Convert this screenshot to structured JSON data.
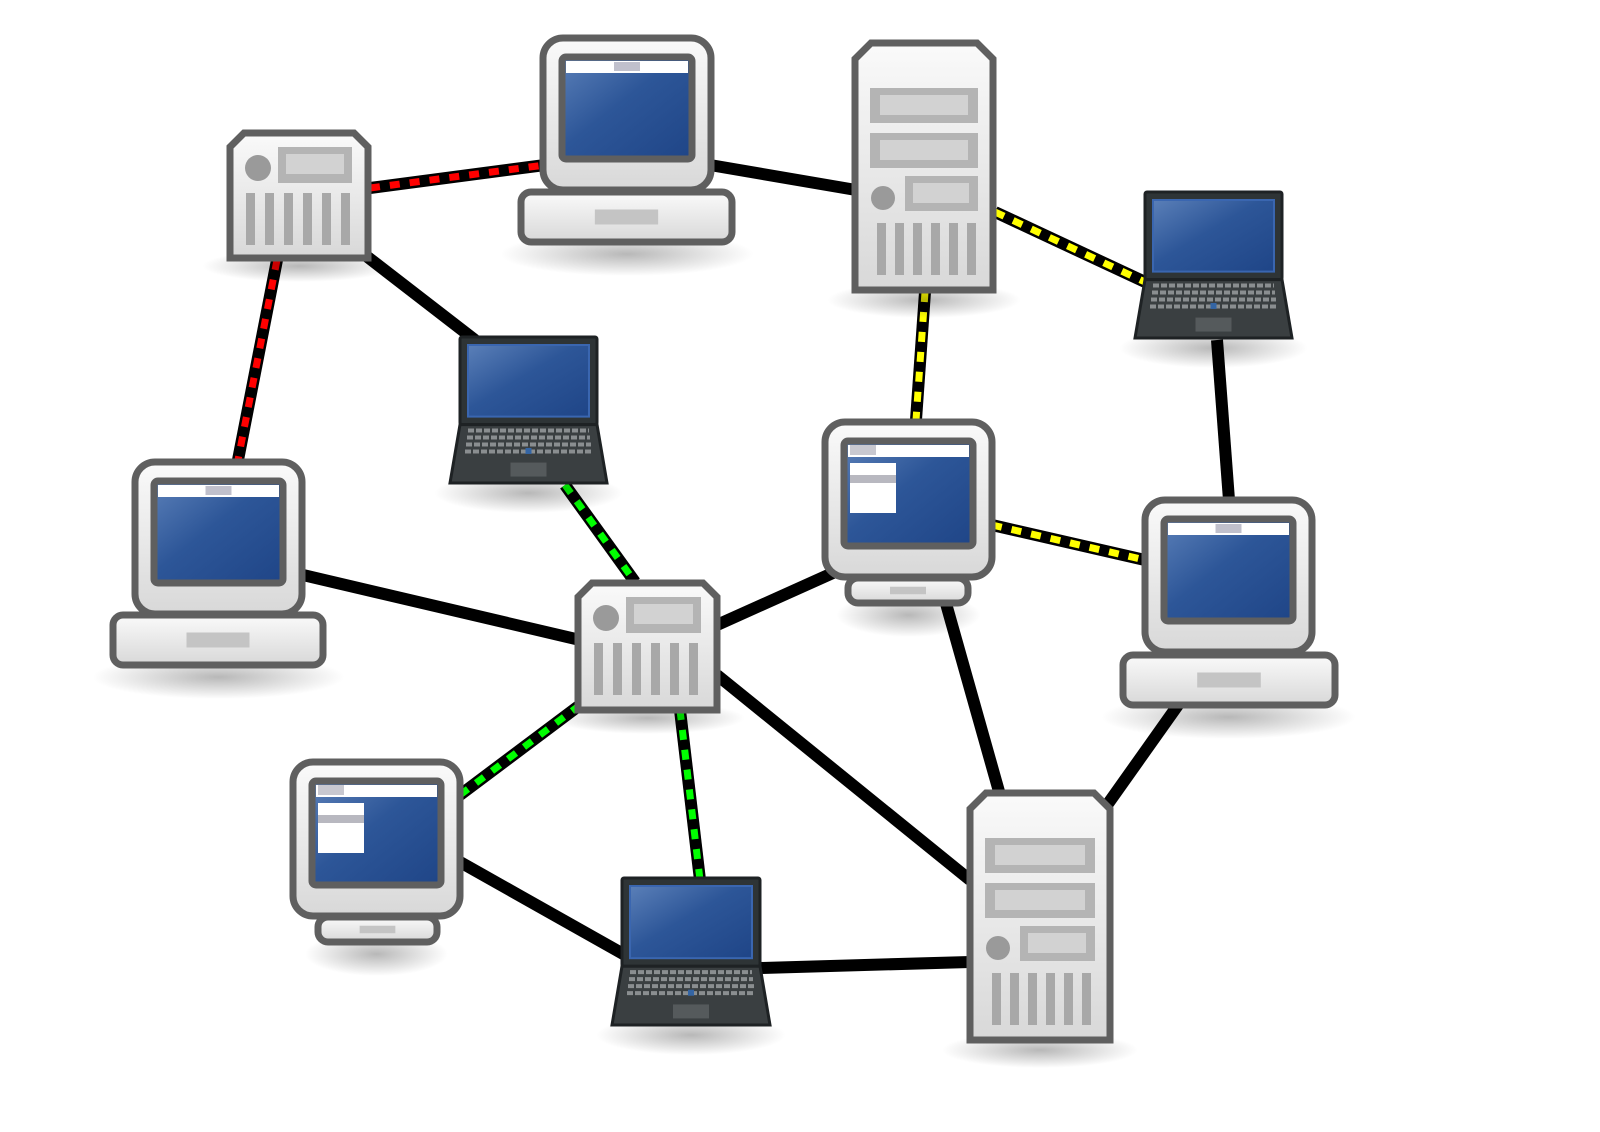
{
  "diagram": {
    "type": "network",
    "colors": {
      "link_solid": "#000000",
      "link_red": "#ff0000",
      "link_yellow": "#ffff00",
      "link_green": "#00ff00",
      "screen_blue": "#24498a",
      "case_gray": "#e6e6e6",
      "outline_gray": "#5f5f5f",
      "laptop_dark": "#2e3436"
    },
    "nodes": [
      {
        "id": "server-small-a",
        "kind": "small-server"
      },
      {
        "id": "desktop-top",
        "kind": "desktop"
      },
      {
        "id": "tower-top",
        "kind": "tower-server"
      },
      {
        "id": "laptop-top-right",
        "kind": "laptop"
      },
      {
        "id": "laptop-middle",
        "kind": "laptop"
      },
      {
        "id": "desktop-left",
        "kind": "desktop"
      },
      {
        "id": "desktop-middle",
        "kind": "desktop-with-window"
      },
      {
        "id": "desktop-right",
        "kind": "desktop"
      },
      {
        "id": "server-small-center",
        "kind": "small-server"
      },
      {
        "id": "desktop-bottom-left",
        "kind": "desktop-with-window"
      },
      {
        "id": "laptop-bottom",
        "kind": "laptop"
      },
      {
        "id": "tower-bottom",
        "kind": "tower-server"
      }
    ],
    "links": [
      {
        "from": "server-small-a",
        "to": "desktop-top",
        "style": "red"
      },
      {
        "from": "desktop-top",
        "to": "tower-top",
        "style": "solid"
      },
      {
        "from": "server-small-a",
        "to": "desktop-left",
        "style": "red"
      },
      {
        "from": "server-small-a",
        "to": "laptop-middle",
        "style": "solid"
      },
      {
        "from": "tower-top",
        "to": "laptop-top-right",
        "style": "yellow"
      },
      {
        "from": "tower-top",
        "to": "desktop-middle",
        "style": "yellow"
      },
      {
        "from": "laptop-top-right",
        "to": "desktop-right",
        "style": "solid"
      },
      {
        "from": "desktop-middle",
        "to": "desktop-right",
        "style": "yellow"
      },
      {
        "from": "laptop-middle",
        "to": "server-small-center",
        "style": "green"
      },
      {
        "from": "desktop-left",
        "to": "server-small-center",
        "style": "solid"
      },
      {
        "from": "server-small-center",
        "to": "desktop-middle",
        "style": "solid"
      },
      {
        "from": "server-small-center",
        "to": "tower-bottom",
        "style": "solid"
      },
      {
        "from": "desktop-middle",
        "to": "tower-bottom",
        "style": "solid"
      },
      {
        "from": "desktop-right",
        "to": "tower-bottom",
        "style": "solid"
      },
      {
        "from": "server-small-center",
        "to": "desktop-bottom-left",
        "style": "green"
      },
      {
        "from": "server-small-center",
        "to": "laptop-bottom",
        "style": "green"
      },
      {
        "from": "desktop-bottom-left",
        "to": "laptop-bottom",
        "style": "solid"
      },
      {
        "from": "laptop-bottom",
        "to": "tower-bottom",
        "style": "solid"
      }
    ]
  }
}
